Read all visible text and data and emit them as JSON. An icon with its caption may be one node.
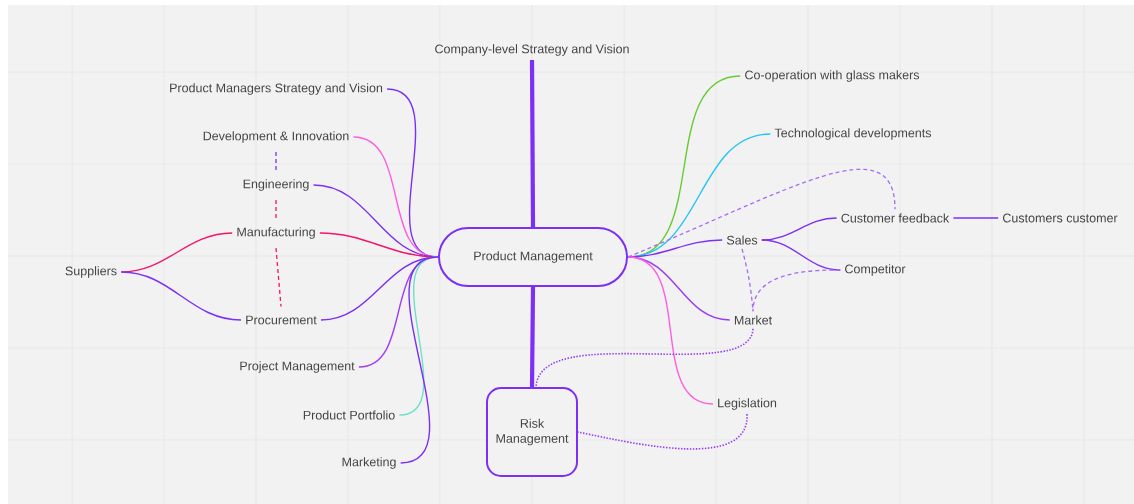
{
  "diagram": {
    "nodes": [
      {
        "text": [
          "Product Management"
        ]
      },
      {
        "text": [
          "Company-level Strategy and Vision"
        ]
      },
      {
        "text": [
          "Product Managers Strategy and Vision"
        ]
      },
      {
        "text": [
          "Development & Innovation"
        ]
      },
      {
        "text": [
          "Engineering"
        ]
      },
      {
        "text": [
          "Manufacturing"
        ]
      },
      {
        "text": [
          "Suppliers"
        ]
      },
      {
        "text": [
          "Procurement"
        ]
      },
      {
        "text": [
          "Project Management"
        ]
      },
      {
        "text": [
          "Product Portfolio"
        ]
      },
      {
        "text": [
          "Marketing"
        ]
      },
      {
        "text": [
          "Co-operation with glass makers"
        ]
      },
      {
        "text": [
          "Technological developments"
        ]
      },
      {
        "text": [
          "Sales"
        ]
      },
      {
        "text": [
          "Customer feedback"
        ]
      },
      {
        "text": [
          "Customers customer"
        ]
      },
      {
        "text": [
          "Competitor"
        ]
      },
      {
        "text": [
          "Market"
        ]
      },
      {
        "text": [
          "Legislation"
        ]
      },
      {
        "text": [
          "Risk Management"
        ]
      }
    ],
    "edges": [
      {
        "from": 0,
        "to": 1,
        "arrow": "none",
        "style": "thick"
      },
      {
        "from": 0,
        "to": 2,
        "arrow": "none"
      },
      {
        "from": 0,
        "to": 3,
        "arrow": "none",
        "color": "#ff5ce0"
      },
      {
        "from": 0,
        "to": 4,
        "arrow": "none"
      },
      {
        "from": 0,
        "to": 5,
        "arrow": "none",
        "color": "#f5136e"
      },
      {
        "from": 0,
        "to": 7,
        "arrow": "none"
      },
      {
        "from": 0,
        "to": 8,
        "arrow": "none",
        "color": "#a23cf5"
      },
      {
        "from": 0,
        "to": 9,
        "arrow": "none",
        "color": "#6fe0c8"
      },
      {
        "from": 0,
        "to": 10,
        "arrow": "none"
      },
      {
        "from": 6,
        "to": 5,
        "arrow": "none",
        "color": "#f5136e"
      },
      {
        "from": 6,
        "to": 7,
        "arrow": "none"
      },
      {
        "from": 3,
        "to": 4,
        "arrow": "none",
        "style": "dashed"
      },
      {
        "from": 4,
        "to": 5,
        "arrow": "none",
        "style": "dashed",
        "color": "#f5136e"
      },
      {
        "from": 5,
        "to": 7,
        "arrow": "none",
        "style": "dashed",
        "color": "#f5136e"
      },
      {
        "from": 0,
        "to": 11,
        "arrow": "none",
        "color": "#66cc33"
      },
      {
        "from": 0,
        "to": 12,
        "arrow": "none",
        "color": "#22c4f5"
      },
      {
        "from": 0,
        "to": 13,
        "arrow": "none"
      },
      {
        "from": 13,
        "to": 14,
        "arrow": "none"
      },
      {
        "from": 14,
        "to": 15,
        "arrow": "none"
      },
      {
        "from": 13,
        "to": 16,
        "arrow": "none"
      },
      {
        "from": 0,
        "to": 17,
        "arrow": "none",
        "color": "#9a3cf5"
      },
      {
        "from": 0,
        "to": 18,
        "arrow": "none",
        "color": "#ff5ce0"
      },
      {
        "from": 0,
        "to": 14,
        "arrow": "none",
        "style": "dashed",
        "color": "#a66cf5"
      },
      {
        "from": 13,
        "to": 17,
        "arrow": "none",
        "style": "dashed",
        "color": "#a66cf5"
      },
      {
        "from": 16,
        "to": 17,
        "arrow": "none",
        "style": "dashed",
        "color": "#a66cf5"
      },
      {
        "from": 17,
        "to": 19,
        "arrow": "none",
        "style": "dashed",
        "color": "#9a3cf5"
      },
      {
        "from": 18,
        "to": 19,
        "arrow": "none",
        "style": "dashed",
        "color": "#9a3cf5"
      },
      {
        "from": 0,
        "to": 19,
        "arrow": "none",
        "style": "thick"
      }
    ]
  }
}
